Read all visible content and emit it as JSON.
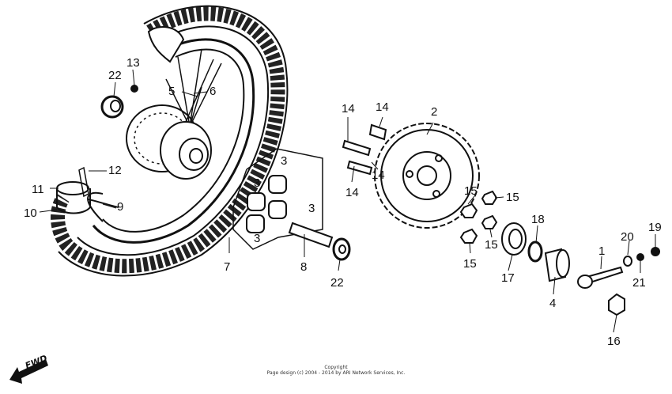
{
  "diagram": {
    "callouts": [
      {
        "id": "c13",
        "text": "13"
      },
      {
        "id": "c22a",
        "text": "22"
      },
      {
        "id": "c5",
        "text": "5"
      },
      {
        "id": "c6",
        "text": "6"
      },
      {
        "id": "c12",
        "text": "12"
      },
      {
        "id": "c11",
        "text": "11"
      },
      {
        "id": "c9",
        "text": "9"
      },
      {
        "id": "c10",
        "text": "10"
      },
      {
        "id": "c7",
        "text": "7"
      },
      {
        "id": "c3a",
        "text": "3"
      },
      {
        "id": "c3b",
        "text": "3"
      },
      {
        "id": "c3c",
        "text": "3"
      },
      {
        "id": "c3d",
        "text": "3"
      },
      {
        "id": "c8",
        "text": "8"
      },
      {
        "id": "c22b",
        "text": "22"
      },
      {
        "id": "c14a",
        "text": "14"
      },
      {
        "id": "c14b",
        "text": "14"
      },
      {
        "id": "c14c",
        "text": "14"
      },
      {
        "id": "c14d",
        "text": "14"
      },
      {
        "id": "c2",
        "text": "2"
      },
      {
        "id": "c15a",
        "text": "15"
      },
      {
        "id": "c15b",
        "text": "15"
      },
      {
        "id": "c15c",
        "text": "15"
      },
      {
        "id": "c15d",
        "text": "15"
      },
      {
        "id": "c18",
        "text": "18"
      },
      {
        "id": "c17",
        "text": "17"
      },
      {
        "id": "c4",
        "text": "4"
      },
      {
        "id": "c1",
        "text": "1"
      },
      {
        "id": "c20",
        "text": "20"
      },
      {
        "id": "c19",
        "text": "19"
      },
      {
        "id": "c21",
        "text": "21"
      },
      {
        "id": "c16",
        "text": "16"
      }
    ],
    "fwd_label": "FWD",
    "copyright_line1": "Copyright",
    "copyright_line2": "Page design (c) 2004 - 2014 by ARI Network Services, Inc."
  }
}
